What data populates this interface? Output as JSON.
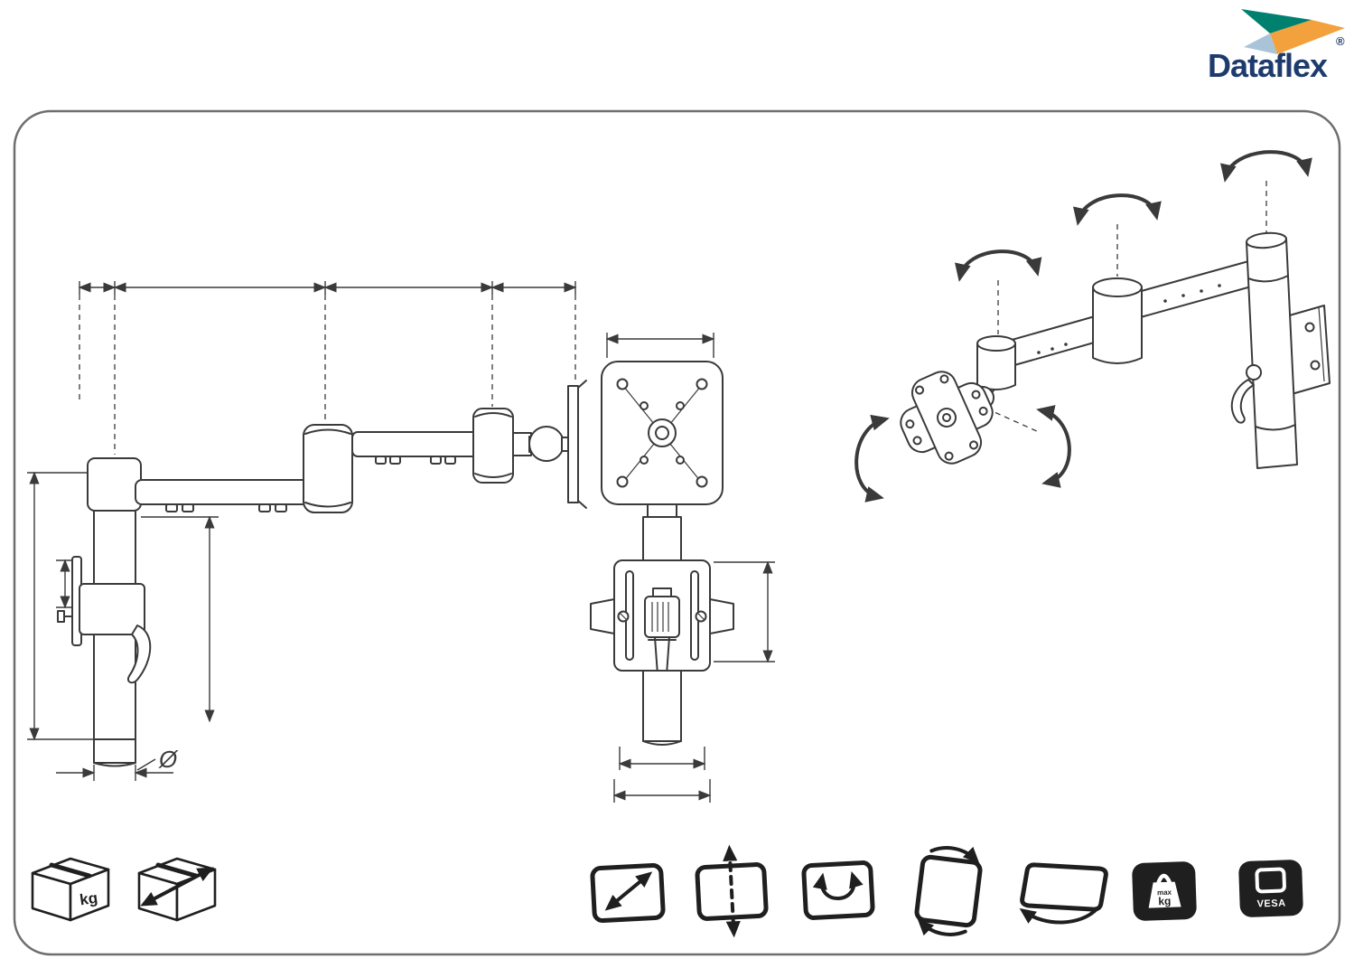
{
  "colors": {
    "line": "#3a3a3a",
    "border": "#6d6e71",
    "icon": "#1f1f1f",
    "logoText": "#1d3b6d",
    "logoTeal": "#00806f",
    "logoOrange": "#f2a13c",
    "logoBlue": "#a9c4d9"
  },
  "logo": {
    "brand": "Dataflex",
    "registered": "®"
  },
  "labels": {
    "diameter": "Ø",
    "box_weight": "kg",
    "max_weight_top": "max",
    "max_weight_unit": "kg",
    "vesa": "VESA"
  },
  "icons": [
    {
      "name": "box-weight-icon",
      "label": "kg"
    },
    {
      "name": "box-dimensions-icon",
      "label": ""
    },
    {
      "name": "screen-size-icon",
      "label": ""
    },
    {
      "name": "height-adjustment-icon",
      "label": ""
    },
    {
      "name": "rotation-icon",
      "label": ""
    },
    {
      "name": "pivot-icon",
      "label": ""
    },
    {
      "name": "swivel-icon",
      "label": ""
    },
    {
      "name": "max-load-icon",
      "label": "max kg"
    },
    {
      "name": "vesa-mount-icon",
      "label": "VESA"
    }
  ]
}
